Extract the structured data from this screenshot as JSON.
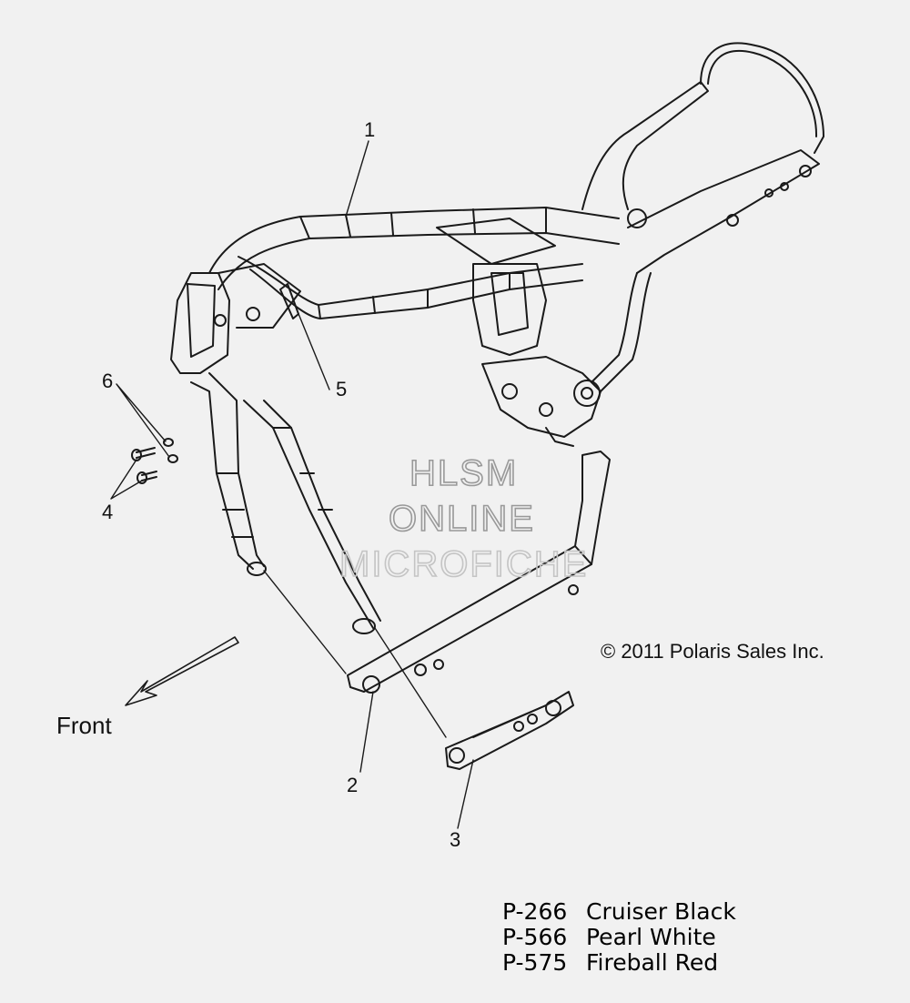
{
  "callouts": [
    "1",
    "2",
    "3",
    "4",
    "5",
    "6"
  ],
  "watermark": {
    "line1": "HLSM",
    "line2": "ONLINE",
    "line3": "MICROFICHE"
  },
  "copyright": "© 2011 Polaris Sales Inc.",
  "direction_label": "Front",
  "legend": [
    {
      "code": "P-266",
      "name": "Cruiser Black"
    },
    {
      "code": "P-566",
      "name": "Pearl White"
    },
    {
      "code": "P-575",
      "name": "Fireball Red"
    }
  ]
}
